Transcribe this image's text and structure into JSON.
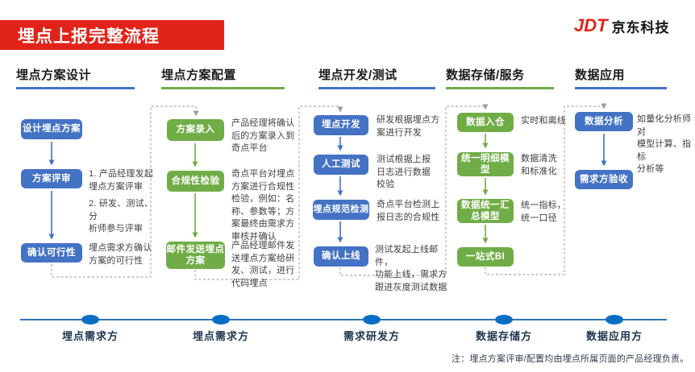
{
  "banner": {
    "title": "埋点上报完整流程"
  },
  "logo": {
    "mark": "JDT",
    "company": "京东科技"
  },
  "columns": [
    {
      "title": "埋点方案设计",
      "accent": "#4472C4",
      "steps": [
        {
          "label": "设计埋点方案"
        },
        {
          "label": "方案评审",
          "desc": "1. 产品经理发起\n埋点方案评审",
          "desc2": "2. 研发、测试、分\n析师参与评审"
        },
        {
          "label": "确认可行性",
          "desc": "埋点需求方确认\n方案的可行性"
        }
      ]
    },
    {
      "title": "埋点方案配置",
      "accent": "#70AD47",
      "steps": [
        {
          "label": "方案录入",
          "desc": "产品经理将确认\n后的方案录入到\n奇点平台"
        },
        {
          "label": "合规性检验",
          "desc": "奇点平台对埋点\n方案进行合规性\n检验，例如：名\n称、参数等；方\n案最终由需求方\n审核并确认"
        },
        {
          "label": "邮件发送埋点\n方案",
          "desc": "产品经理邮件发\n送埋点方案给研\n发、测试，进行\n代码埋点"
        }
      ]
    },
    {
      "title": "埋点开发/测试",
      "accent": "#4472C4",
      "steps": [
        {
          "label": "埋点开发",
          "desc": "研发根据埋点方\n案进行开发"
        },
        {
          "label": "人工测试",
          "desc": "测试根据上报\n日志进行数据\n校验"
        },
        {
          "label": "埋点规范检测",
          "desc": "奇点平台检测上\n报日志的合规性"
        },
        {
          "label": "确认上线",
          "desc": "测试发起上线邮件，\n功能上线，需求方\n跟进灰度测试数据"
        }
      ]
    },
    {
      "title": "数据存储/服务",
      "accent": "#70AD47",
      "steps": [
        {
          "label": "数据入仓",
          "desc": "实时和离线"
        },
        {
          "label": "统一明细模\n型",
          "desc": "数据清洗\n和标准化"
        },
        {
          "label": "数据统一汇\n总模型",
          "desc": "统一指标，\n统一口径"
        },
        {
          "label": "一站式BI"
        }
      ]
    },
    {
      "title": "数据应用",
      "accent": "#4472C4",
      "steps": [
        {
          "label": "数据分析",
          "desc": "如量化分析师对\n模型计算、指标\n分析等"
        },
        {
          "label": "需求方验收"
        }
      ]
    }
  ],
  "timeline": {
    "labels": [
      "埋点需求方",
      "埋点需求方",
      "需求研发方",
      "数据存储方",
      "数据应用方"
    ]
  },
  "note": "注：埋点方案评审/配置均由埋点所属页面的产品经理负责。",
  "colors": {
    "banner_red": "#E2231A",
    "box_blue": "#4472C4",
    "box_green": "#70AD47",
    "connector_gray": "#ADADAD",
    "timeline_line": "#2E75B6",
    "timeline_dot": "#0A6EC4"
  }
}
